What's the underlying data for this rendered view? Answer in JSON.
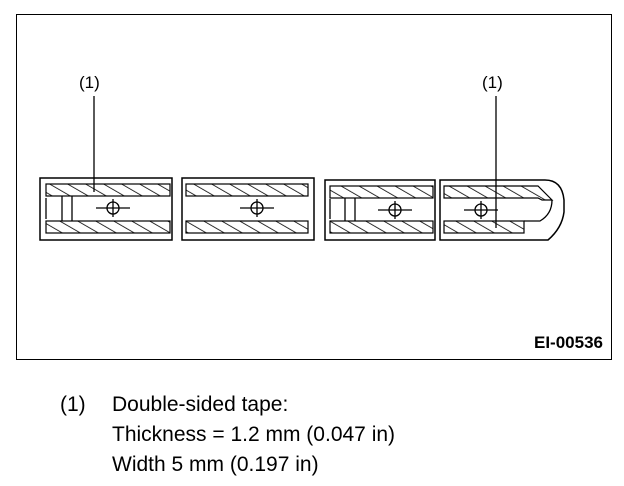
{
  "figure": {
    "id": "EI-00536",
    "callouts": [
      "(1)",
      "(1)"
    ]
  },
  "legend": {
    "number": "(1)",
    "lines": [
      "Double-sided tape:",
      "Thickness = 1.2 mm (0.047 in)",
      "Width 5 mm (0.197 in)"
    ]
  }
}
